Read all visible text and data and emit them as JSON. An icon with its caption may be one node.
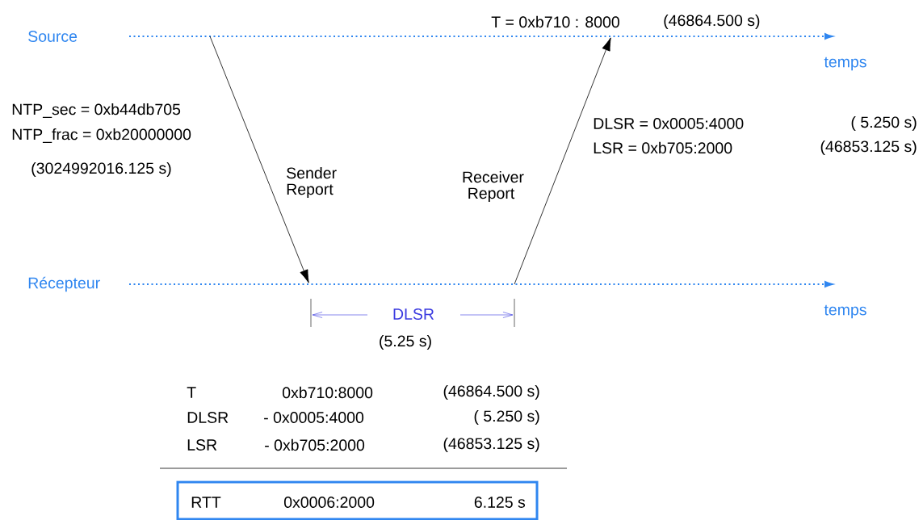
{
  "diagram": {
    "nodes": [
      {
        "text": [
          "Source"
        ],
        "beside": [
          "temps"
        ]
      },
      {
        "text": [
          "Récepteur"
        ],
        "beside": [
          "temps"
        ]
      },
      {
        "text": [
          "RTT",
          "0x0006:2000",
          "6.125 s"
        ]
      }
    ],
    "edges": [
      {
        "from": 0,
        "to": 1,
        "arrow": "to",
        "label": "Sender Report"
      },
      {
        "from": 1,
        "to": 0,
        "arrow": "to",
        "label": "Receiver Report"
      }
    ],
    "labels": [
      "T = 0xb710 : 8000",
      "(46864.500 s)",
      "NTP_sec = 0xb44db705",
      "NTP_frac = 0xb20000000",
      "(3024992016.125 s)",
      "DLSR = 0x0005:4000",
      "( 5.250 s)",
      "LSR = 0xb705:2000",
      "(46853.125 s)",
      "DLSR",
      "(5.25 s)",
      "T",
      "0xb710:8000",
      "(46864.500 s)",
      "DLSR",
      "- 0x0005:4000",
      "( 5.250 s)",
      "LSR",
      "- 0xb705:2000",
      "(46853.125 s)"
    ]
  }
}
